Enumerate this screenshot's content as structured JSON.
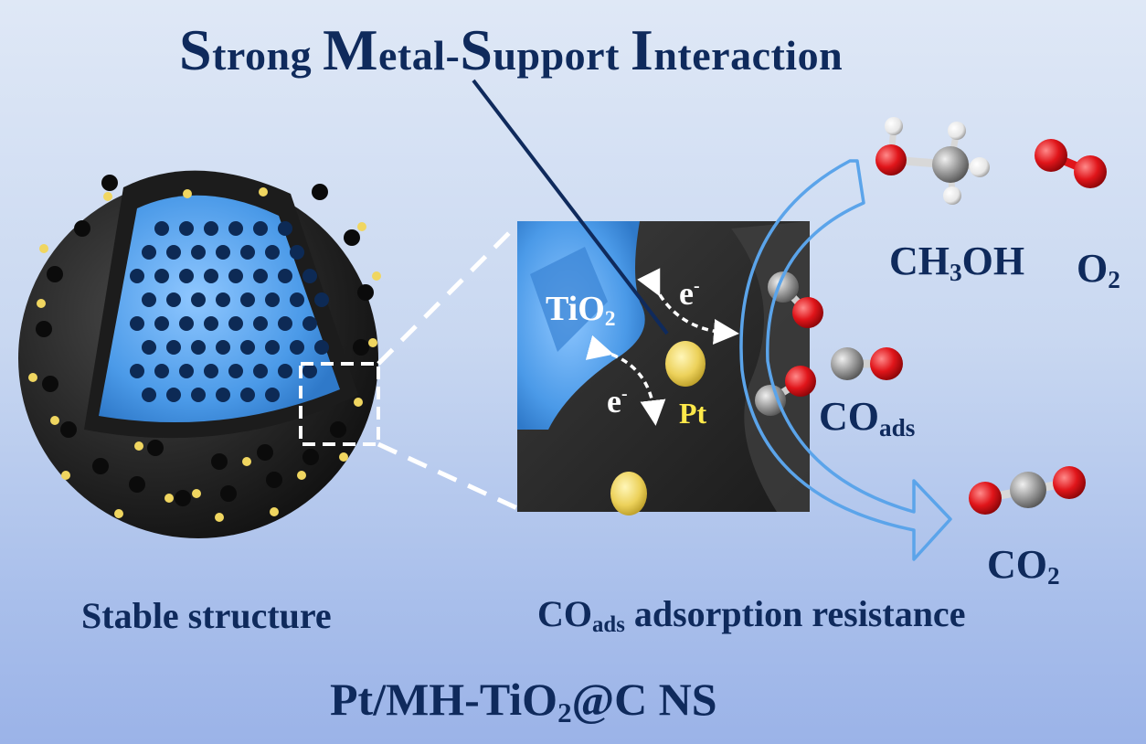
{
  "title": {
    "w1_cap": "S",
    "w1_rest": "trong",
    "w2_cap": "M",
    "w2_rest": "etal-",
    "w3_cap": "S",
    "w3_rest": "upport",
    "w4_cap": "I",
    "w4_rest": "nteraction"
  },
  "inset": {
    "tio2_base": "TiO",
    "tio2_sub": "2",
    "electron_base": "e",
    "electron_sup": "-",
    "pt": "Pt"
  },
  "molecules": {
    "methanol_a": "CH",
    "methanol_sub": "3",
    "methanol_b": "OH",
    "oxygen_base": "O",
    "oxygen_sub": "2",
    "co_ads_base": "CO",
    "co_ads_sub": "ads",
    "co2_base": "CO",
    "co2_sub": "2"
  },
  "captions": {
    "left": "Stable structure",
    "right_base": "CO",
    "right_sub": "ads",
    "right_rest": " adsorption resistance",
    "bottom_a": "Pt/MH-TiO",
    "bottom_sub": "2",
    "bottom_b": "@C NS"
  },
  "colors": {
    "text": "#0f2a5c",
    "titanium_blue": "#5aa7ef",
    "carbon_shell": "#2a2a2a",
    "pt_particle": "#f0d660",
    "oxygen_atom": "#e0151a",
    "carbon_atom": "#8e8e8e",
    "hydrogen_atom": "#f2f2f2",
    "flow_arrow": "#5ba4ea"
  }
}
